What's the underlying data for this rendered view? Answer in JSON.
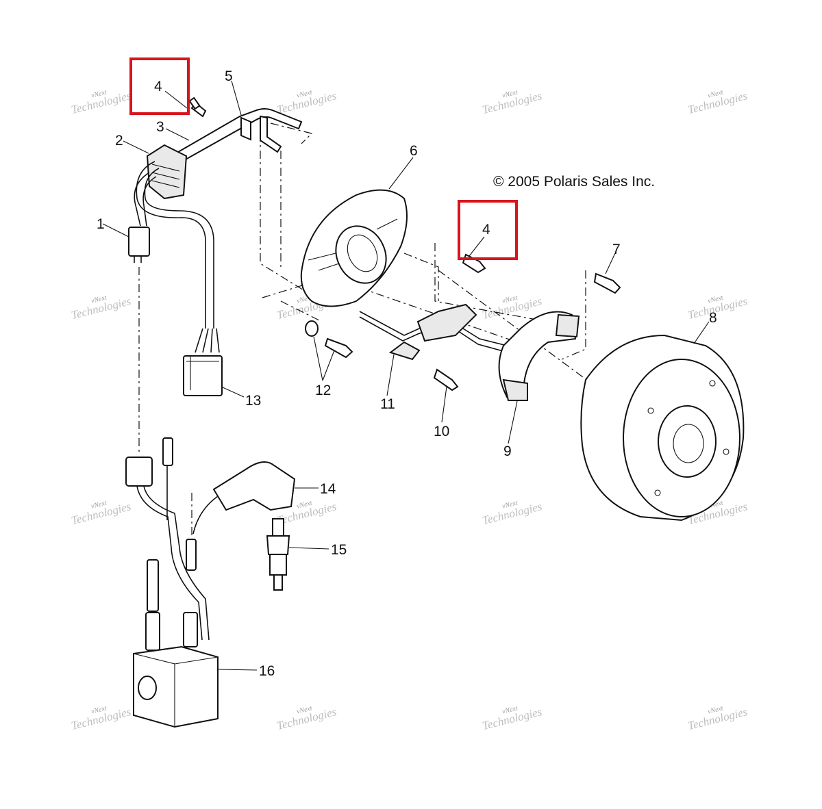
{
  "copyright": "© 2005 Polaris Sales Inc.",
  "watermark": {
    "line1": "vNext",
    "line2": "Technologies"
  },
  "callouts": [
    {
      "id": "1",
      "label": "1"
    },
    {
      "id": "2",
      "label": "2"
    },
    {
      "id": "3",
      "label": "3"
    },
    {
      "id": "4a",
      "label": "4"
    },
    {
      "id": "4b",
      "label": "4"
    },
    {
      "id": "5",
      "label": "5"
    },
    {
      "id": "6",
      "label": "6"
    },
    {
      "id": "7",
      "label": "7"
    },
    {
      "id": "8",
      "label": "8"
    },
    {
      "id": "9",
      "label": "9"
    },
    {
      "id": "10",
      "label": "10"
    },
    {
      "id": "11",
      "label": "11"
    },
    {
      "id": "12",
      "label": "12"
    },
    {
      "id": "13",
      "label": "13"
    },
    {
      "id": "14",
      "label": "14"
    },
    {
      "id": "15",
      "label": "15"
    },
    {
      "id": "16",
      "label": "16"
    }
  ],
  "highlight_color": "#d9141b"
}
